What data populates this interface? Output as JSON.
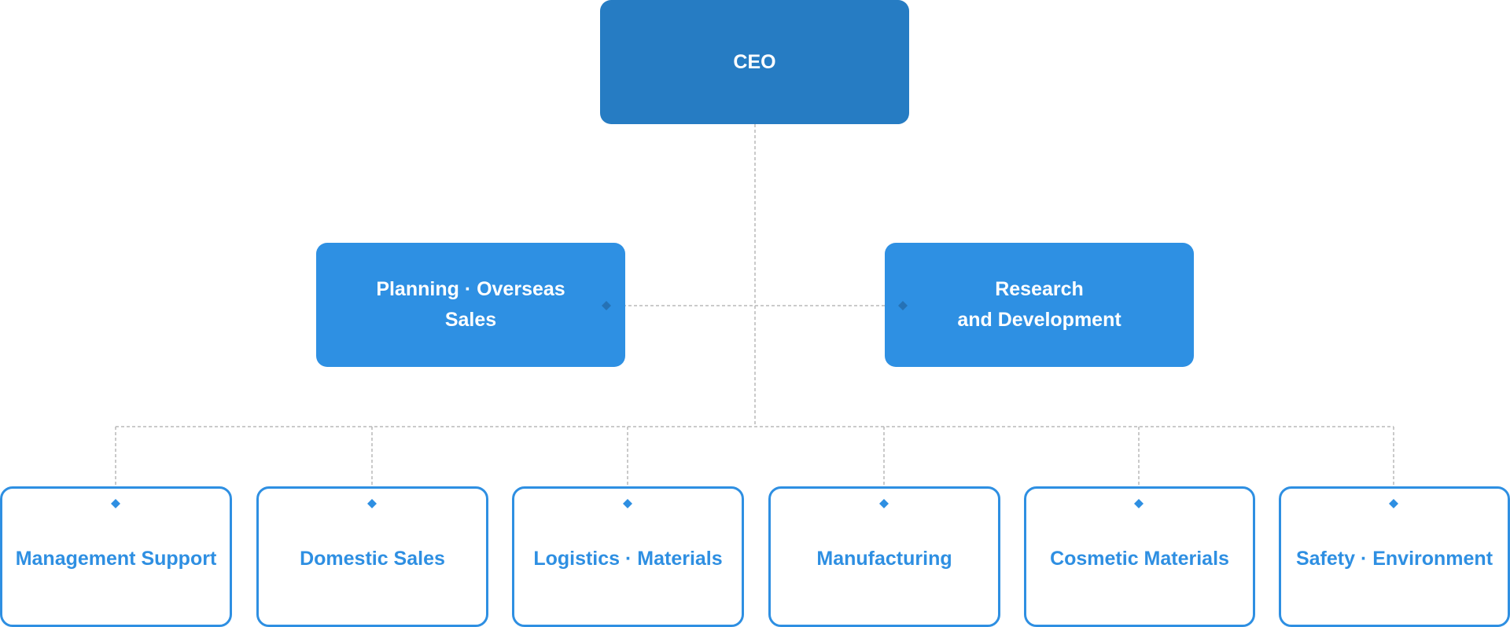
{
  "colors": {
    "root_fill": "#267cc3",
    "mid_fill": "#2e90e3",
    "leaf_border": "#2e8fe2",
    "leaf_text": "#2e8fe2",
    "connector": "#b9b9b9",
    "mid_anchor": "#2572b6",
    "leaf_anchor": "#2e8fe2"
  },
  "org": {
    "root": {
      "label": "CEO"
    },
    "staff": [
      {
        "label": "Planning · Overseas\nSales"
      },
      {
        "label": "Research\nand Development"
      }
    ],
    "departments": [
      {
        "label": "Management Support"
      },
      {
        "label": "Domestic Sales"
      },
      {
        "label": "Logistics · Materials"
      },
      {
        "label": "Manufacturing"
      },
      {
        "label": "Cosmetic Materials"
      },
      {
        "label": "Safety · Environment"
      }
    ]
  }
}
